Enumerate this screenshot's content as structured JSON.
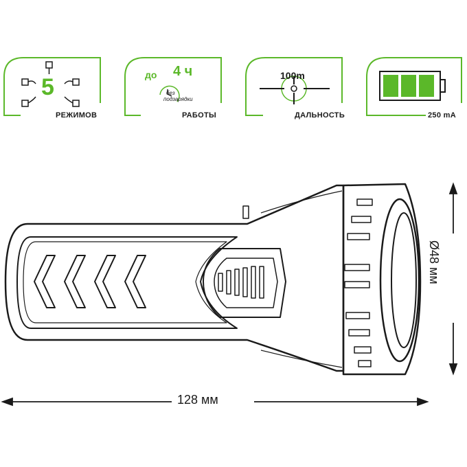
{
  "features": {
    "modes": {
      "count": "5",
      "label": "РЕЖИМОВ"
    },
    "runtime": {
      "prefix": "до",
      "hours": "4 ч",
      "note_line1": "без",
      "note_line2": "подзарядки",
      "label": "РАБОТЫ"
    },
    "range": {
      "distance": "100m",
      "label": "ДАЛЬНОСТЬ"
    },
    "battery": {
      "capacity": "250 mA",
      "level_fraction": 1.0
    }
  },
  "dimensions": {
    "length": "128 мм",
    "diameter": "Ø48 мм"
  },
  "colors": {
    "accent": "#5bb829",
    "line": "#1a1a1a"
  },
  "icons": [
    "mode-nodes-icon",
    "clock-icon",
    "crosshair-icon",
    "battery-icon",
    "flashlight-drawing"
  ]
}
